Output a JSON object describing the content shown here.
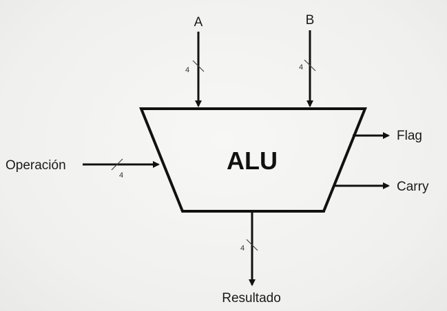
{
  "diagram": {
    "block_label": "ALU",
    "inputs": {
      "a": {
        "label": "A",
        "width": "4"
      },
      "b": {
        "label": "B",
        "width": "4"
      },
      "op": {
        "label": "Operación",
        "width": "4"
      }
    },
    "outputs": {
      "flag": {
        "label": "Flag"
      },
      "carry": {
        "label": "Carry"
      },
      "result": {
        "label": "Resultado",
        "width": "4"
      }
    }
  },
  "colors": {
    "stroke": "#111111",
    "background": "#f3f3f1"
  }
}
